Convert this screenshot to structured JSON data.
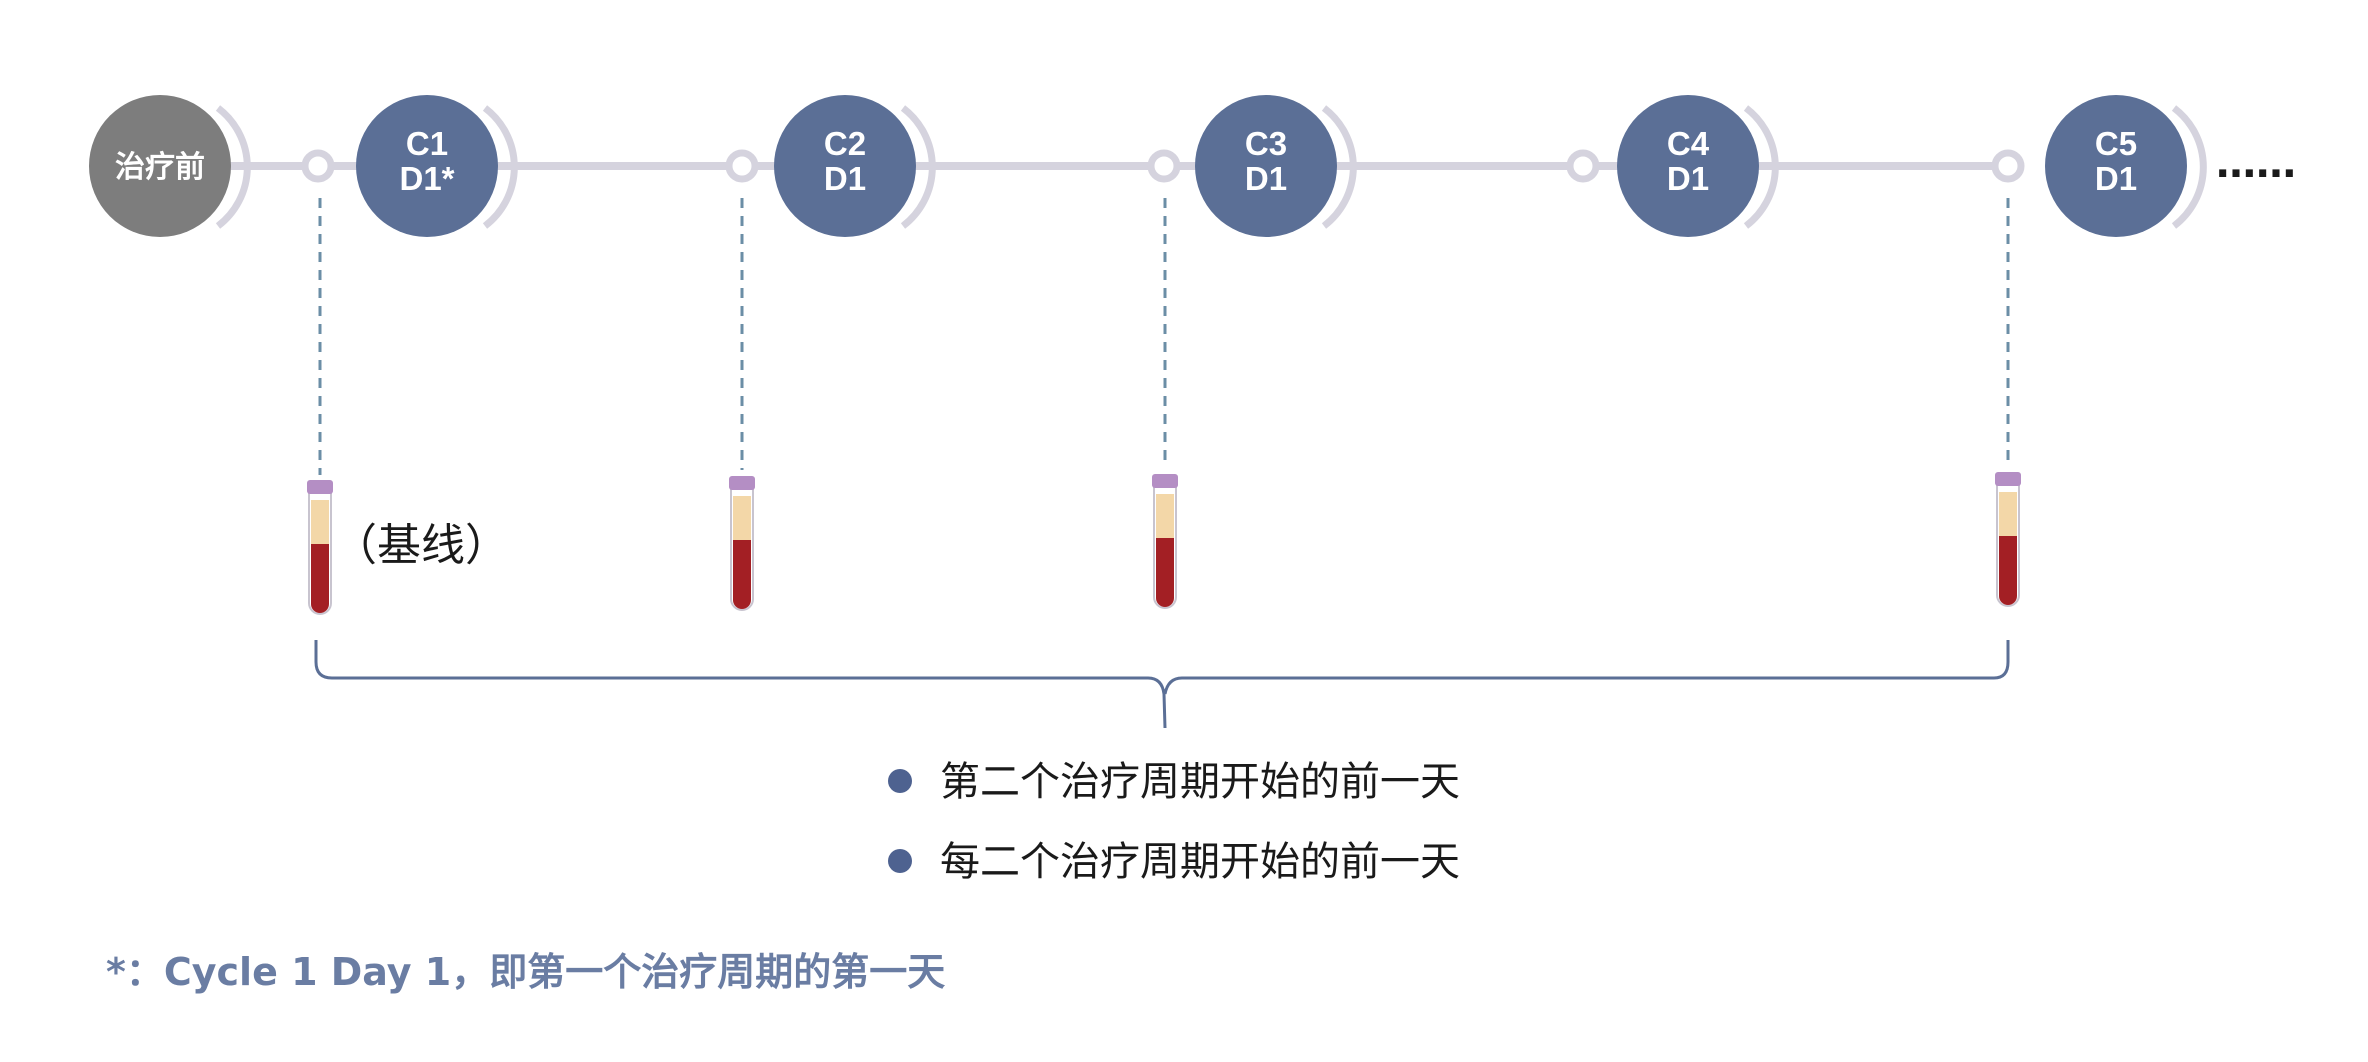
{
  "timeline": {
    "pre_treatment_label": "治疗前",
    "cycles": [
      {
        "line1": "C1",
        "line2": "D1*"
      },
      {
        "line1": "C2",
        "line2": "D1"
      },
      {
        "line1": "C3",
        "line2": "D1"
      },
      {
        "line1": "C4",
        "line2": "D1"
      },
      {
        "line1": "C5",
        "line2": "D1"
      }
    ],
    "continuation": "……"
  },
  "baseline_label": "（基线）",
  "legend": [
    "第二个治疗周期开始的前一天",
    "每二个治疗周期开始的前一天"
  ],
  "footnote": "*：Cycle 1 Day 1，即第一个治疗周期的第一天",
  "colors": {
    "cycle_circle": "#5b6f96",
    "pre_circle": "#7d7d7d",
    "connector": "#d5d3de",
    "dashed": "#6b8ea6",
    "bracket": "#5b6f96",
    "note": "#6a7da3",
    "tube_blood": "#a31f24",
    "tube_plasma": "#f3d7a8",
    "tube_cap": "#b48ec4"
  }
}
